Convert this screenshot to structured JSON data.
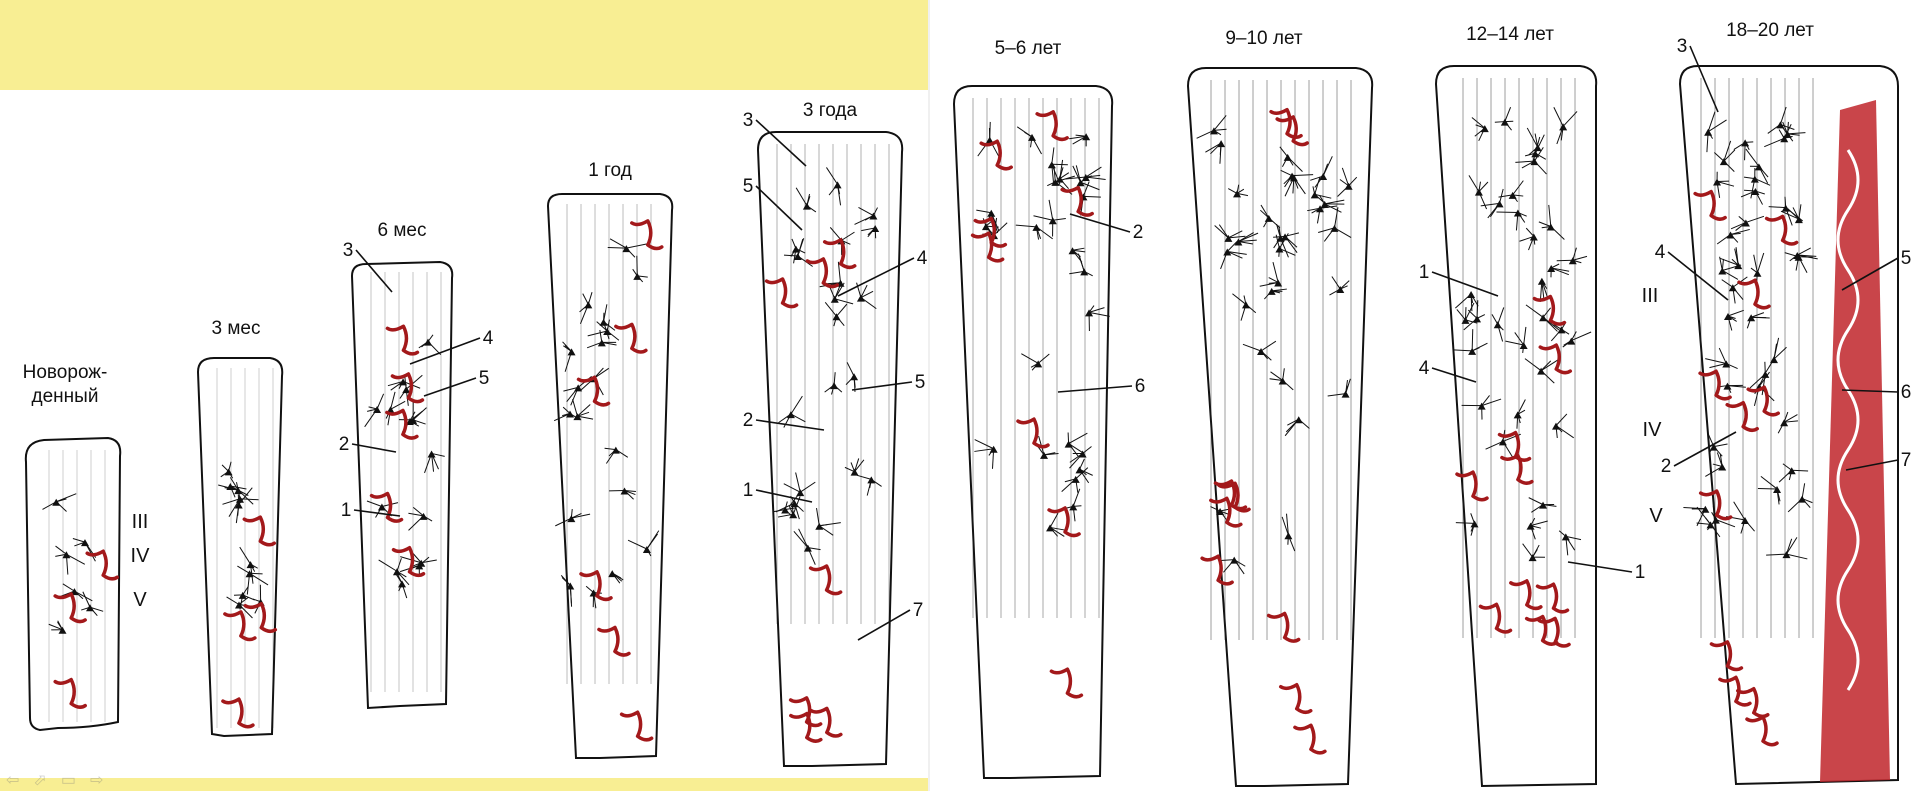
{
  "colors": {
    "banner": "#f8ee93",
    "vessel": "#a3191b",
    "ink": "#111111"
  },
  "columns": [
    {
      "label": "Новорож-\nденный",
      "layers": [
        "III",
        "IV",
        "V"
      ],
      "numbers": []
    },
    {
      "label": "3 мес",
      "numbers": []
    },
    {
      "label": "6 мес",
      "numbers": [
        "3",
        "4",
        "5",
        "2",
        "1"
      ]
    },
    {
      "label": "1 год",
      "numbers": []
    },
    {
      "label": "3 года",
      "numbers": [
        "3",
        "5",
        "4",
        "5",
        "2",
        "1",
        "7"
      ]
    },
    {
      "label": "5–6 лет",
      "numbers": [
        "2",
        "6"
      ]
    },
    {
      "label": "9–10 лет",
      "numbers": []
    },
    {
      "label": "12–14 лет",
      "numbers": [
        "1",
        "4",
        "1"
      ]
    },
    {
      "label": "18–20 лет",
      "layers": [
        "III",
        "IV",
        "V"
      ],
      "numbers": [
        "3",
        "4",
        "5",
        "6",
        "2",
        "7"
      ]
    }
  ],
  "nav_icons": [
    "back-arrow-icon",
    "forward-arrow-icon",
    "slide-icon",
    "next-icon"
  ]
}
